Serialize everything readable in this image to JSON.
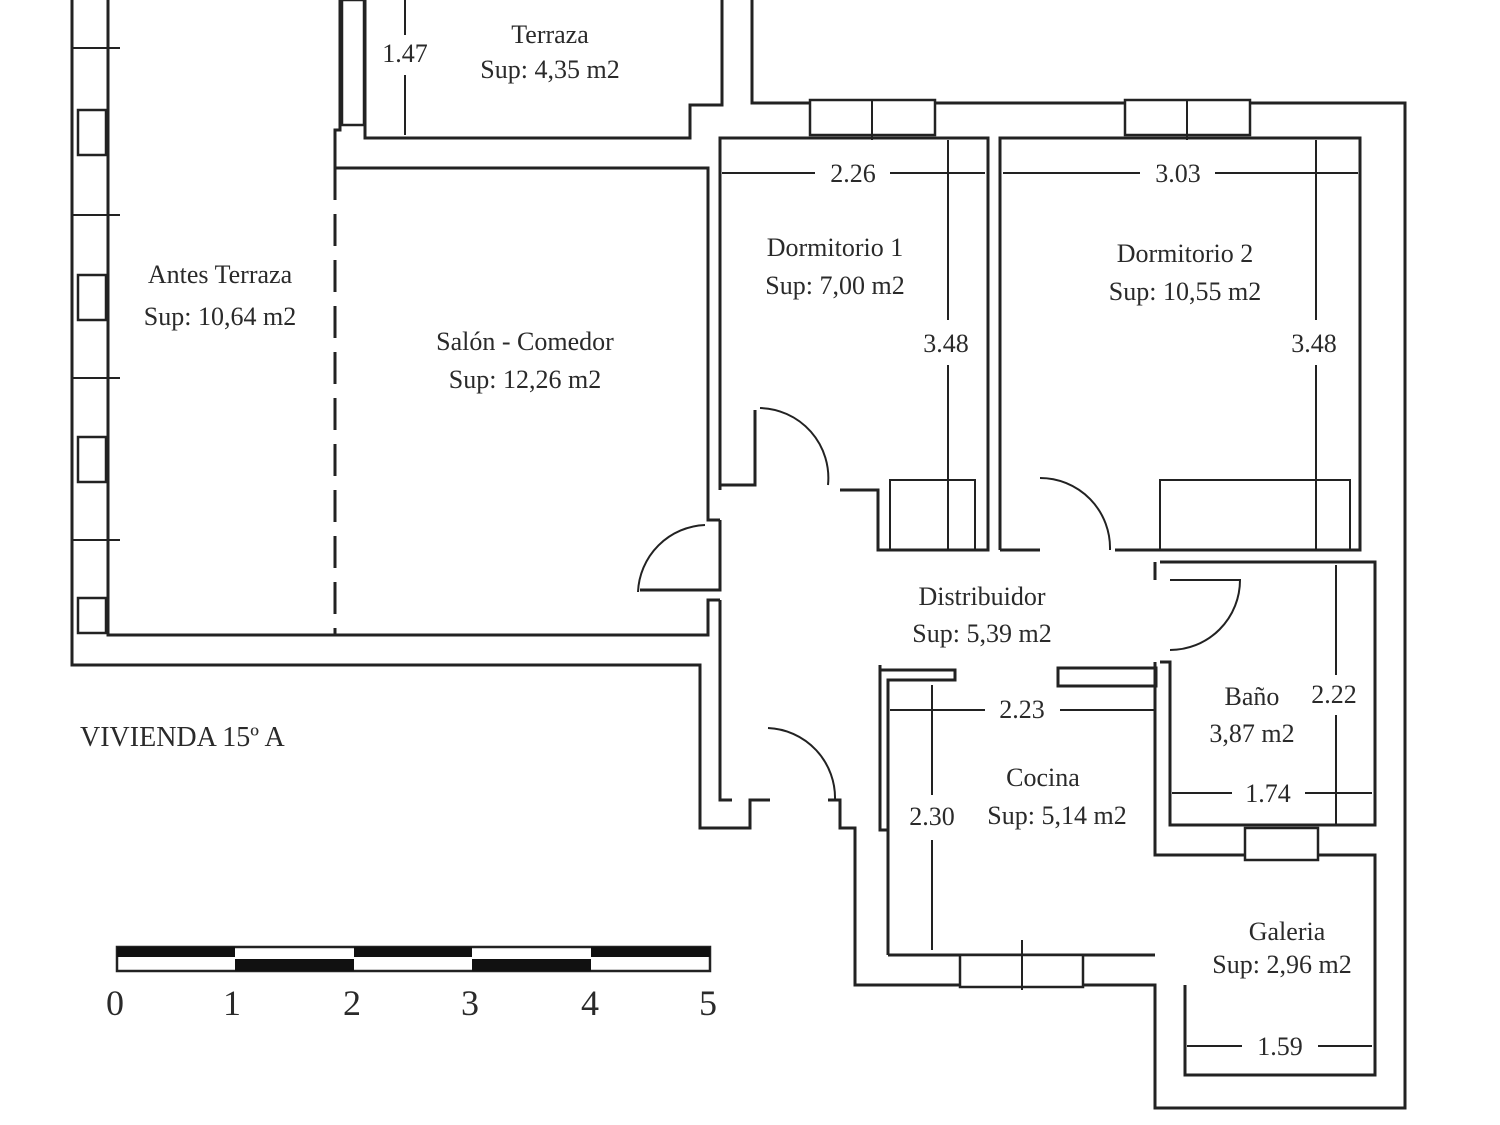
{
  "plan_title": "VIVIENDA 15º A",
  "rooms": [
    {
      "name": "Terraza",
      "area": "Sup: 4,35 m2"
    },
    {
      "name": "Antes Terraza",
      "area": "Sup: 10,64 m2"
    },
    {
      "name": "Salón - Comedor",
      "area": "Sup: 12,26 m2"
    },
    {
      "name": "Dormitorio 1",
      "area": "Sup: 7,00 m2"
    },
    {
      "name": "Dormitorio 2",
      "area": "Sup: 10,55 m2"
    },
    {
      "name": "Distribuidor",
      "area": "Sup: 5,39 m2"
    },
    {
      "name": "Baño",
      "area": "3,87 m2"
    },
    {
      "name": "Cocina",
      "area": "Sup: 5,14 m2"
    },
    {
      "name": "Galeria",
      "area": "Sup: 2,96 m2"
    }
  ],
  "dimensions": {
    "terraza_h": "1.47",
    "dorm1_w": "2.26",
    "dorm1_h": "3.48",
    "dorm2_w": "3.03",
    "dorm2_h": "3.48",
    "cocina_w": "2.23",
    "cocina_h": "2.30",
    "bano_h": "2.22",
    "bano_w": "1.74",
    "galeria_w": "1.59"
  },
  "scale_bar": {
    "ticks": [
      "0",
      "1",
      "2",
      "3",
      "4",
      "5"
    ]
  }
}
